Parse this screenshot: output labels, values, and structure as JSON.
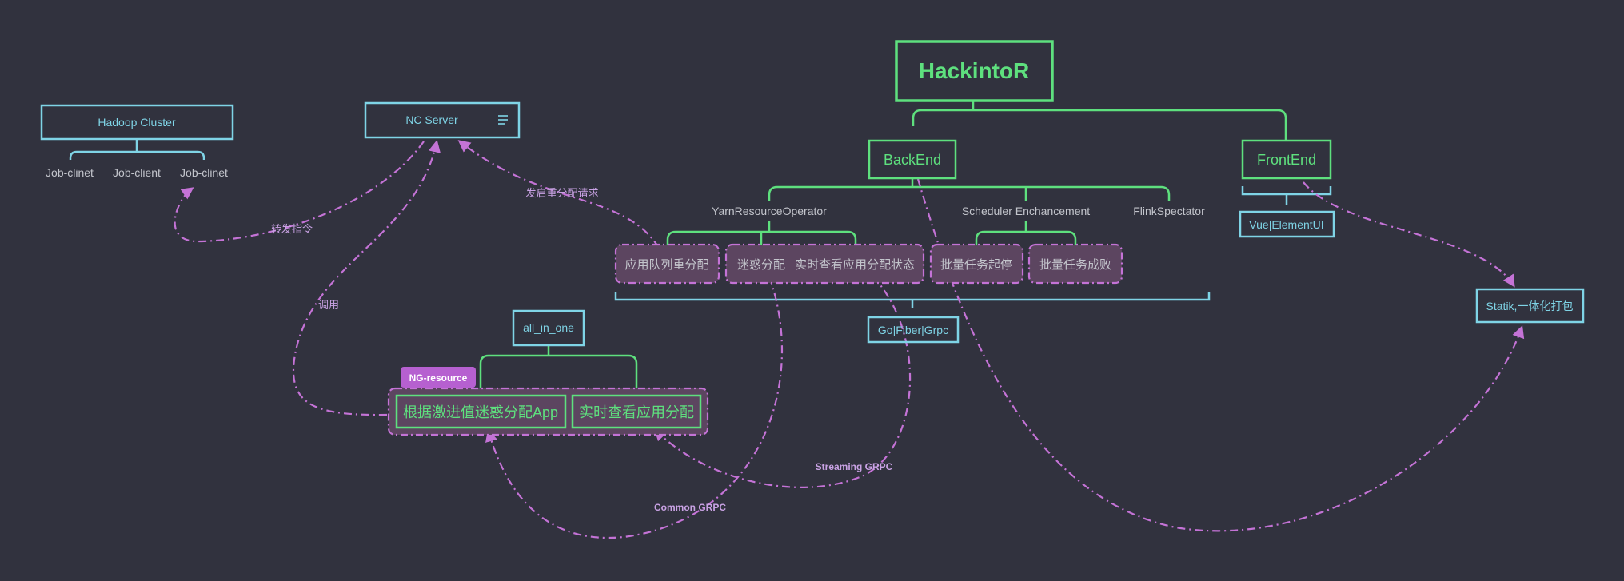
{
  "colors": {
    "background": "#31323e",
    "green": "#5ee07e",
    "cyan": "#7fd4e6",
    "purple": "#c473d6",
    "text_grey": "#c3c5cc"
  },
  "root": {
    "label": "HackintoR"
  },
  "backend": {
    "label": "BackEnd",
    "children": {
      "yarn": "YarnResourceOperator",
      "scheduler": "Scheduler Enchancement",
      "flink": "FlinkSpectator"
    },
    "tasks": {
      "queue_realloc": "应用队列重分配",
      "fuzzy_alloc": "迷惑分配",
      "realtime_status": "实时查看应用分配状态",
      "batch_start_stop": "批量任务起停",
      "batch_success": "批量任务成败"
    },
    "tech": "Go|Fiber|Grpc"
  },
  "frontend": {
    "label": "FrontEnd",
    "tech": "Vue|ElementUI",
    "packaging": "Statik,一体化打包"
  },
  "hadoop": {
    "label": "Hadoop Cluster",
    "clients": [
      "Job-clinet",
      "Job-client",
      "Job-clinet"
    ]
  },
  "nc_server": {
    "label": "NC Server",
    "menu_icon": "menu-icon"
  },
  "all_in_one": {
    "label": "all_in_one",
    "tag": "NG-resource",
    "items": [
      "根据激进值迷惑分配App",
      "实时查看应用分配"
    ]
  },
  "edges": {
    "forward_command": "转发指令",
    "invoke": "调用",
    "realloc_request": "发启重分配请求",
    "streaming_grpc": "Streaming GRPC",
    "common_grpc": "Common GRPC"
  }
}
